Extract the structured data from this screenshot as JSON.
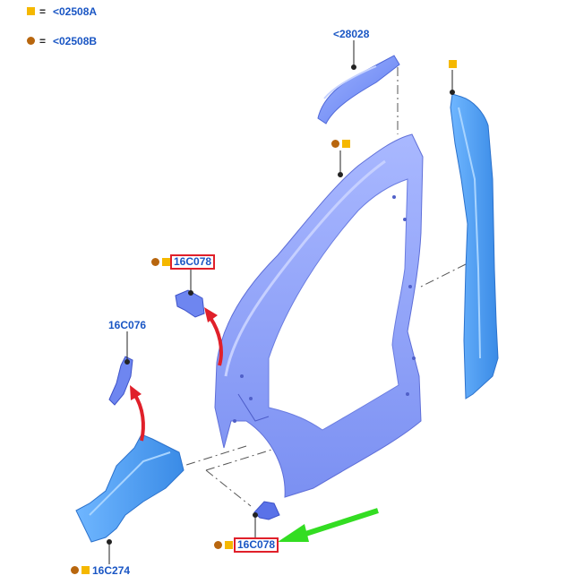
{
  "legend": {
    "square_code": "<02508A",
    "dot_code": "<02508B",
    "equals": "="
  },
  "callouts": {
    "top_panel": "<28028",
    "upper_bracket": "16C078",
    "left_bracket": "16C076",
    "lower_bracket": "16C078",
    "bottom_left": "16C274"
  },
  "colors": {
    "square_marker": "#f5b800",
    "dot_marker": "#b8660e",
    "label_text": "#1a56c4",
    "highlight_box": "#e0202a",
    "arrow_red": "#e0202a",
    "arrow_green": "#33dd22"
  }
}
